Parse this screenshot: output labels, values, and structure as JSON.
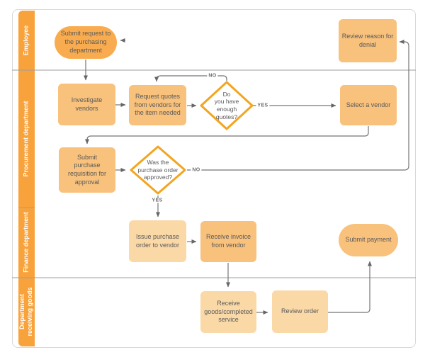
{
  "diagram": {
    "lanes": [
      {
        "label": "Employee"
      },
      {
        "label": "Procurement department"
      },
      {
        "label": "Finance department"
      },
      {
        "label": "Department receiving goods"
      }
    ],
    "nodes": {
      "submit_request": {
        "label": "Submit request to the purchasing department"
      },
      "review_denial": {
        "label": "Review reason for denial"
      },
      "investigate_vendors": {
        "label": "Investigate vendors"
      },
      "request_quotes": {
        "label": "Request quotes from vendors for the item needed"
      },
      "enough_quotes": {
        "label": "Do\nyou have\nenough\nquotes?"
      },
      "select_vendor": {
        "label": "Select a vendor"
      },
      "submit_requisition": {
        "label": "Submit purchase requisition for approval"
      },
      "order_approved": {
        "label": "Was the\npurchase order\napproved?"
      },
      "issue_po": {
        "label": "Issue purchase order to vendor"
      },
      "receive_invoice": {
        "label": "Receive invoice from vendor"
      },
      "submit_payment": {
        "label": "Submit payment"
      },
      "receive_goods": {
        "label": "Receive goods/completed service"
      },
      "review_order": {
        "label": "Review order"
      }
    },
    "edge_labels": {
      "quotes_no": "NO",
      "quotes_yes": "YES",
      "approved_no": "NO",
      "approved_yes": "YES"
    },
    "colors": {
      "lane_bar": "#F8A23C",
      "terminator_fill": "#F9AC4F",
      "process_fill": "#F8C17C",
      "process_fill_light": "#FBD9A7",
      "decision_border": "#F2A51F",
      "connector": "#757575",
      "lane_divider": "#9E9E9E",
      "frame_border": "#D8D8D8",
      "text": "#595959"
    }
  }
}
